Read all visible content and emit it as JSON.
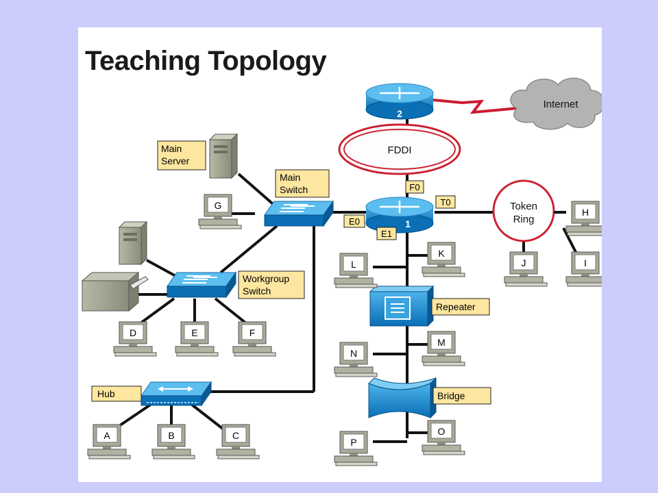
{
  "title": "Teaching Topology",
  "colors": {
    "background": "#ccccfd",
    "panel": "#ffffff",
    "device_blue": "#1e88cf",
    "label_bg": "#fce6a0",
    "ring_red": "#cc2233",
    "cable": "#111111"
  },
  "labels": {
    "main_server": [
      "Main",
      "Server"
    ],
    "main_switch": [
      "Main",
      "Switch"
    ],
    "workgroup_switch": [
      "Workgroup",
      "Switch"
    ],
    "hub": "Hub",
    "repeater": "Repeater",
    "bridge": "Bridge",
    "f0": "F0",
    "t0": "T0",
    "e0": "E0",
    "e1": "E1",
    "fddi": "FDDI",
    "internet": "Internet",
    "token_ring": [
      "Token",
      "Ring"
    ],
    "router1": "1",
    "router2": "2"
  },
  "hosts": {
    "g": "G",
    "d": "D",
    "e": "E",
    "f": "F",
    "a": "A",
    "b": "B",
    "c": "C",
    "l": "L",
    "k": "K",
    "n": "N",
    "m": "M",
    "p": "P",
    "o": "O",
    "h": "H",
    "j": "J",
    "i": "I"
  }
}
